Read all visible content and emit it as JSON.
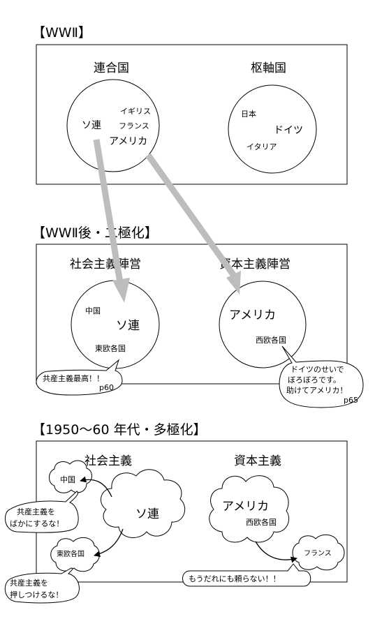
{
  "sections": [
    {
      "title": "【WWⅡ】",
      "groups": [
        {
          "label": "連合国",
          "members": [
            "ソ連",
            "イギリス",
            "フランス",
            "アメリカ"
          ]
        },
        {
          "label": "枢軸国",
          "members": [
            "日本",
            "ドイツ",
            "イタリア"
          ]
        }
      ]
    },
    {
      "title": "【WWⅡ後・二極化】",
      "groups": [
        {
          "label": "社会主義陣営",
          "members": [
            "中国",
            "ソ連",
            "東欧各国"
          ]
        },
        {
          "label": "資本主義陣営",
          "members": [
            "アメリカ",
            "西欧各国"
          ]
        }
      ],
      "bubbles": [
        {
          "lines": [
            "共産主義最高！！",
            "p60"
          ]
        },
        {
          "lines": [
            "ドイツのせいで",
            "ぼろぼろです。",
            "助けてアメリカ！",
            "p65"
          ]
        }
      ]
    },
    {
      "title": "【1950〜60 年代・多極化】",
      "groups": [
        {
          "label": "社会主義",
          "members": [
            "ソ連",
            "中国",
            "東欧各国"
          ]
        },
        {
          "label": "資本主義",
          "members": [
            "アメリカ",
            "西欧各国",
            "フランス"
          ]
        }
      ],
      "bubbles": [
        {
          "lines": [
            "共産主義を",
            "ばかにするな！"
          ]
        },
        {
          "lines": [
            "共産主義を",
            "押しつけるな！"
          ]
        },
        {
          "lines": [
            "もうだれにも頼らない！！"
          ]
        }
      ]
    }
  ]
}
